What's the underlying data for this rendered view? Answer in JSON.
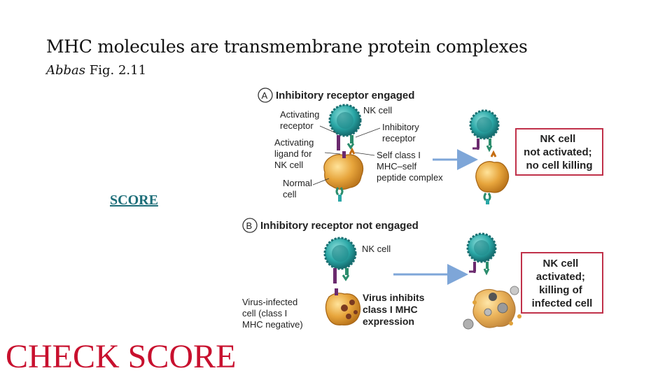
{
  "slide": {
    "title": "MHC molecules are transmembrane protein complexes",
    "subtitle_author": "Abbas",
    "subtitle_ref": "Fig. 2.11",
    "score_link": "SCORE",
    "check_score": "CHECK SCORE"
  },
  "figure": {
    "panel_a": {
      "letter": "A",
      "heading": "Inhibitory receptor engaged",
      "activating_receptor": [
        "Activating",
        "receptor"
      ],
      "nk_cell": "NK cell",
      "inhibitory_receptor": [
        "Inhibitory",
        "receptor"
      ],
      "activating_ligand": [
        "Activating",
        "ligand for",
        "NK cell"
      ],
      "self_class": [
        "Self class I",
        "MHC–self",
        "peptide complex"
      ],
      "normal_cell": [
        "Normal",
        "cell"
      ],
      "result": [
        "NK cell",
        "not activated;",
        "no cell killing"
      ]
    },
    "panel_b": {
      "letter": "B",
      "heading": "Inhibitory receptor not engaged",
      "nk_cell": "NK cell",
      "virus_infected": [
        "Virus-infected",
        "cell (class I",
        "MHC negative)"
      ],
      "virus_inhibits": [
        "Virus inhibits",
        "class I MHC",
        "expression"
      ],
      "result": [
        "NK cell",
        "activated;",
        "killing of",
        "infected cell"
      ]
    },
    "colors": {
      "nk_cell": "#2aa7a6",
      "target_cell": "#e0a23a",
      "result_border": "#c0314a",
      "arrow": "#7ea6d8"
    }
  }
}
